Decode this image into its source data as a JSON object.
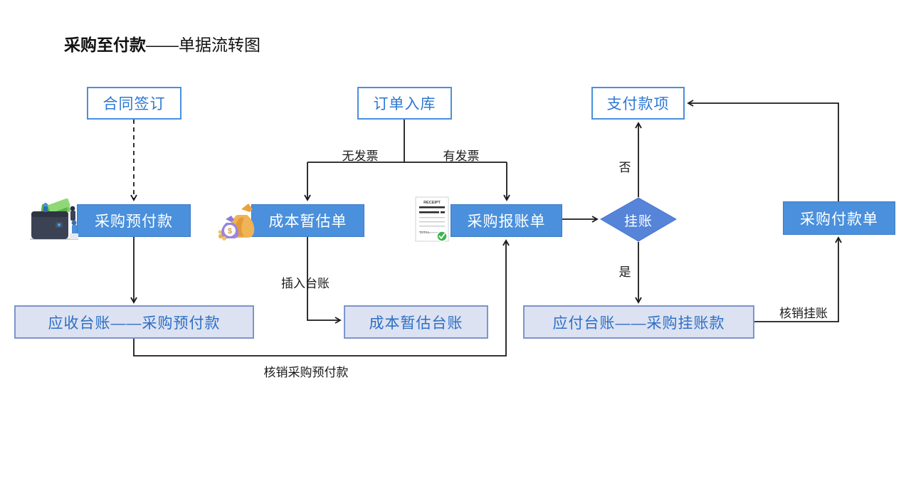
{
  "title": {
    "bold": "采购至付款",
    "rest": "——单据流转图"
  },
  "nodes": {
    "contract": {
      "label": "合同签订",
      "type": "start"
    },
    "order_inbound": {
      "label": "订单入库",
      "type": "start"
    },
    "payment": {
      "label": "支付款项",
      "type": "start"
    },
    "prepayment": {
      "label": "采购预付款",
      "type": "document"
    },
    "cost_estimate": {
      "label": "成本暂估单",
      "type": "document"
    },
    "expense_claim": {
      "label": "采购报账单",
      "type": "document"
    },
    "payment_order": {
      "label": "采购付款单",
      "type": "document"
    },
    "on_account": {
      "label": "挂账",
      "type": "decision"
    },
    "receivable_ledger": {
      "label": "应收台账——采购预付款",
      "type": "ledger"
    },
    "cost_estimate_ledger": {
      "label": "成本暂估台账",
      "type": "ledger"
    },
    "payable_ledger": {
      "label": "应付台账——采购挂账款",
      "type": "ledger"
    }
  },
  "edge_labels": {
    "no_invoice": "无发票",
    "has_invoice": "有发票",
    "no": "否",
    "yes": "是",
    "insert_ledger": "插入台账",
    "writeoff_prepayment": "核销采购预付款",
    "writeoff_onaccount": "核销挂账"
  },
  "icons": {
    "wallet": {
      "name": "wallet-icon"
    },
    "money_bags": {
      "name": "money-bags-icon",
      "symbol": "$"
    },
    "receipt": {
      "name": "receipt-icon",
      "header": "RECEIPT",
      "total": "TOTAL"
    }
  },
  "colors": {
    "node_blue": "#4a90dc",
    "diamond_blue": "#5584d9",
    "ledger_fill": "#dce2f2",
    "ledger_border": "#7c95cc",
    "blue_text": "#2e78d2",
    "arrow": "#1a1a1a"
  }
}
